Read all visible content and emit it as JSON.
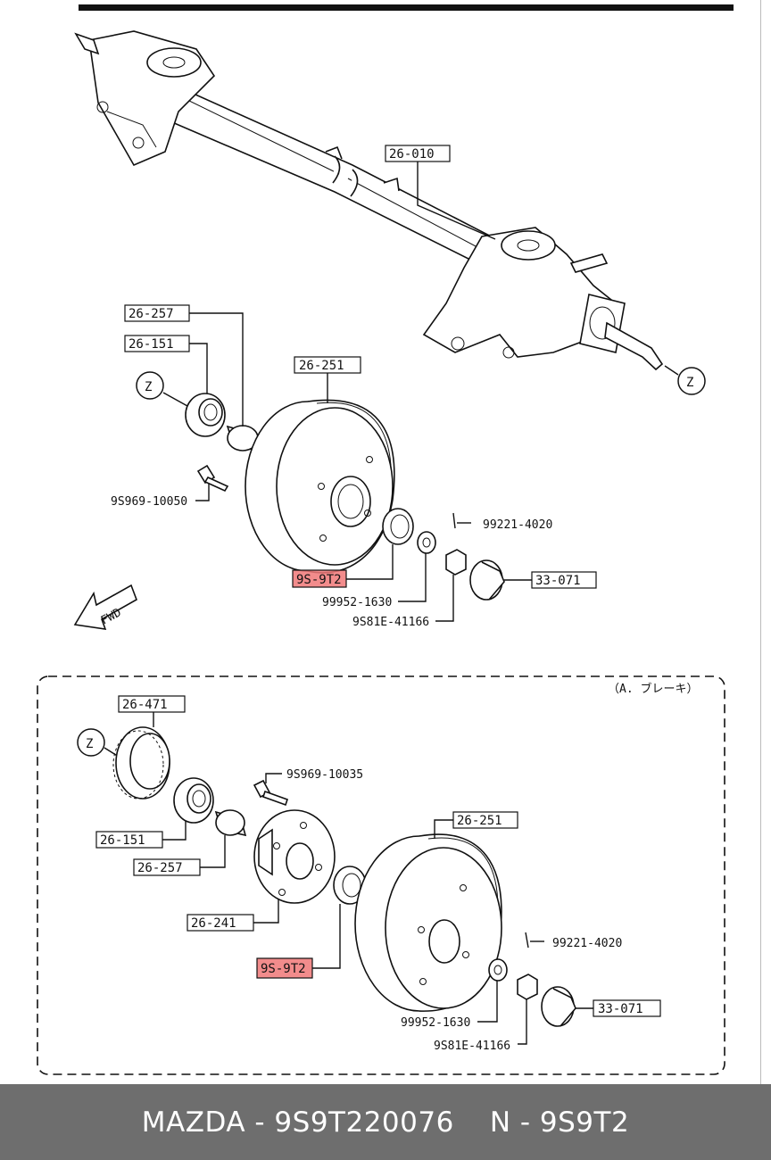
{
  "upper": {
    "labels": {
      "axle": "26-010",
      "spacer": "26-257",
      "bearing_outer": "26-151",
      "drum": "26-251",
      "bolt": "9S969-10050",
      "cotter_pin": "99221-4020",
      "bearing_inner": "9S-9T2",
      "washer": "99952-1630",
      "nut": "9S81E-41166",
      "cap": "33-071"
    },
    "z_marker_left": "Z",
    "z_marker_right": "Z",
    "fwd": "FWD"
  },
  "lower": {
    "section_title": "（A. ブレーキ）",
    "labels": {
      "seal": "26-471",
      "bolt": "9S969-10035",
      "bearing_outer": "26-151",
      "spacer": "26-257",
      "hub": "26-241",
      "drum": "26-251",
      "bearing_inner": "9S-9T2",
      "cotter_pin": "99221-4020",
      "washer": "99952-1630",
      "nut": "9S81E-41166",
      "cap": "33-071"
    },
    "z_marker": "Z"
  },
  "highlight_color": "#f07878",
  "footer": {
    "brand": "MAZDA - 9S9T220076",
    "part_code": "N - 9S9T2"
  }
}
